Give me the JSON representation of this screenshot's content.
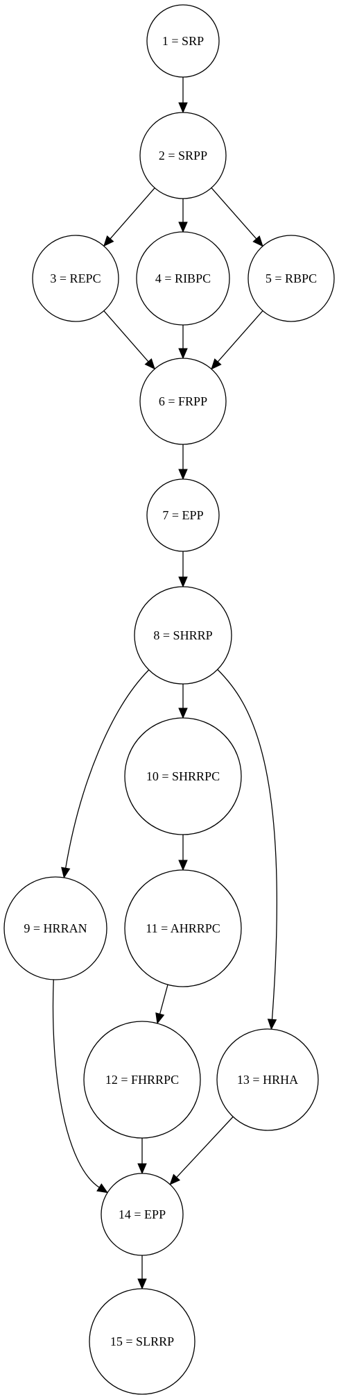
{
  "diagram": {
    "nodes": [
      {
        "id": "n1",
        "label": "1 = SRP"
      },
      {
        "id": "n2",
        "label": "2 = SRPP"
      },
      {
        "id": "n3",
        "label": "3 = REPC"
      },
      {
        "id": "n4",
        "label": "4 = RIBPC"
      },
      {
        "id": "n5",
        "label": "5 = RBPC"
      },
      {
        "id": "n6",
        "label": "6 = FRPP"
      },
      {
        "id": "n7",
        "label": "7 = EPP"
      },
      {
        "id": "n8",
        "label": "8 = SHRRP"
      },
      {
        "id": "n9",
        "label": "9 = HRRAN"
      },
      {
        "id": "n10",
        "label": "10 = SHRRPC"
      },
      {
        "id": "n11",
        "label": "11 = AHRRPC"
      },
      {
        "id": "n12",
        "label": "12 = FHRRPC"
      },
      {
        "id": "n13",
        "label": "13 = HRHA"
      },
      {
        "id": "n14",
        "label": "14 = EPP"
      },
      {
        "id": "n15",
        "label": "15 = SLRRP"
      }
    ],
    "edges": [
      {
        "from": "n1",
        "to": "n2"
      },
      {
        "from": "n2",
        "to": "n3"
      },
      {
        "from": "n2",
        "to": "n4"
      },
      {
        "from": "n2",
        "to": "n5"
      },
      {
        "from": "n3",
        "to": "n6"
      },
      {
        "from": "n4",
        "to": "n6"
      },
      {
        "from": "n5",
        "to": "n6"
      },
      {
        "from": "n6",
        "to": "n7"
      },
      {
        "from": "n7",
        "to": "n8"
      },
      {
        "from": "n8",
        "to": "n9"
      },
      {
        "from": "n8",
        "to": "n10"
      },
      {
        "from": "n8",
        "to": "n13"
      },
      {
        "from": "n10",
        "to": "n11"
      },
      {
        "from": "n11",
        "to": "n12"
      },
      {
        "from": "n9",
        "to": "n14"
      },
      {
        "from": "n12",
        "to": "n14"
      },
      {
        "from": "n13",
        "to": "n14"
      },
      {
        "from": "n14",
        "to": "n15"
      }
    ]
  }
}
